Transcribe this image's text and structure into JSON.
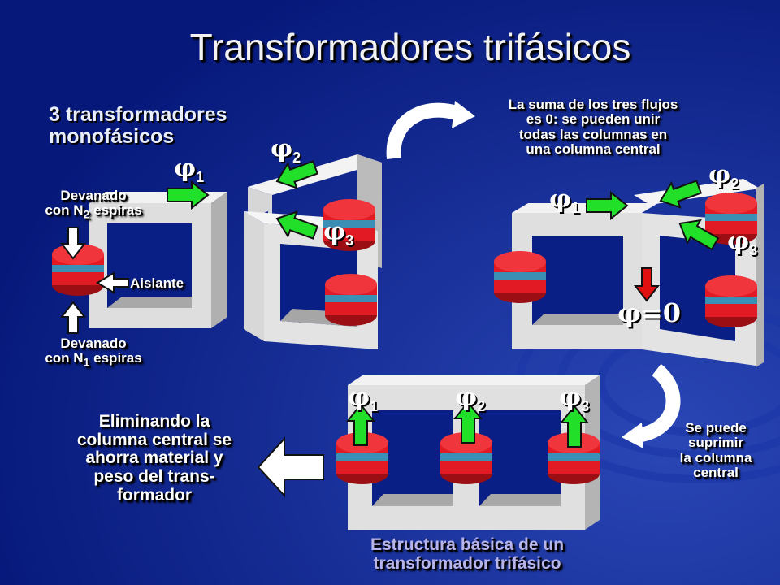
{
  "title": "Transformadores trifásicos",
  "subtitle_line1": "3 transformadores",
  "subtitle_line2": "monofásicos",
  "single_phase": {
    "winding_n2_line1": "Devanado",
    "winding_n2_line2": "con N",
    "winding_n2_sub": "2",
    "winding_n2_line2_end": " espiras",
    "insulator": "Aislante",
    "winding_n1_line1": "Devanado",
    "winding_n1_line2": "con N",
    "winding_n1_sub": "1",
    "winding_n1_line2_end": " espiras"
  },
  "flux": {
    "symbol": "φ",
    "i1": "1",
    "i2": "2",
    "i3": "3",
    "zero": "=0"
  },
  "note_sum": [
    "La suma de los tres flujos",
    "es 0: se pueden unir",
    "todas las columnas en",
    "una columna central"
  ],
  "note_suppress": [
    "Se puede",
    "suprimir",
    "la columna",
    "central"
  ],
  "note_saving": [
    "Eliminando la",
    "columna central se",
    "ahorra material y",
    "peso del trans-",
    "formador"
  ],
  "caption": [
    "Estructura básica de un",
    "transformador trifásico"
  ],
  "colors": {
    "background": "#0a1f86",
    "core_face": "#e2e2e2",
    "core_side": "#b9b9b9",
    "coil_red": "#e11a23",
    "coil_blue": "#3b8fb4",
    "arrow_green": "#22e02a",
    "arrow_red": "#e01010"
  }
}
